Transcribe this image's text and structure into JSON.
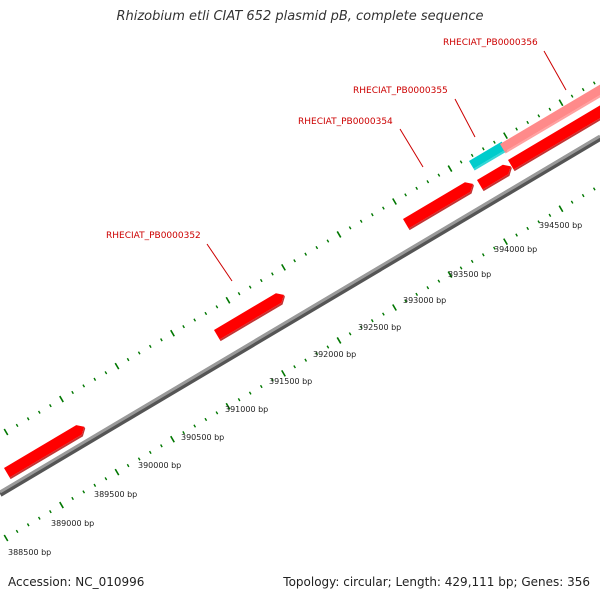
{
  "header": {
    "title": "Rhizobium etli CIAT 652 plasmid pB, complete sequence"
  },
  "footer": {
    "accession": "Accession: NC_010996",
    "info": "Topology: circular; Length: 429,111 bp; Genes: 356"
  },
  "scale": {
    "labels": [
      "388500 bp",
      "389000 bp",
      "389500 bp",
      "390000 bp",
      "390500 bp",
      "391000 bp",
      "391500 bp",
      "392000 bp",
      "392500 bp",
      "393000 bp",
      "393500 bp",
      "394000 bp",
      "394500 bp"
    ]
  },
  "genes": [
    {
      "label": "",
      "color": "#ff0000"
    },
    {
      "label": "RHECIAT_PB0000352",
      "color": "#ff0000"
    },
    {
      "label": "RHECIAT_PB0000354",
      "color": "#ff0000"
    },
    {
      "label": "RHECIAT_PB0000355",
      "color": "#ff0000"
    },
    {
      "label": "",
      "color": "#00cccc"
    },
    {
      "label": "RHECIAT_PB0000356",
      "color": "#ff8a8a"
    },
    {
      "label": "",
      "color": "#ff0000"
    }
  ],
  "colors": {
    "backbone": "#808080",
    "tick": "#007700",
    "gene": "#ff0000",
    "gene_dark": "#b30000",
    "label": "#cc0000",
    "cyan": "#00cccc",
    "pink": "#ff8a8a"
  }
}
